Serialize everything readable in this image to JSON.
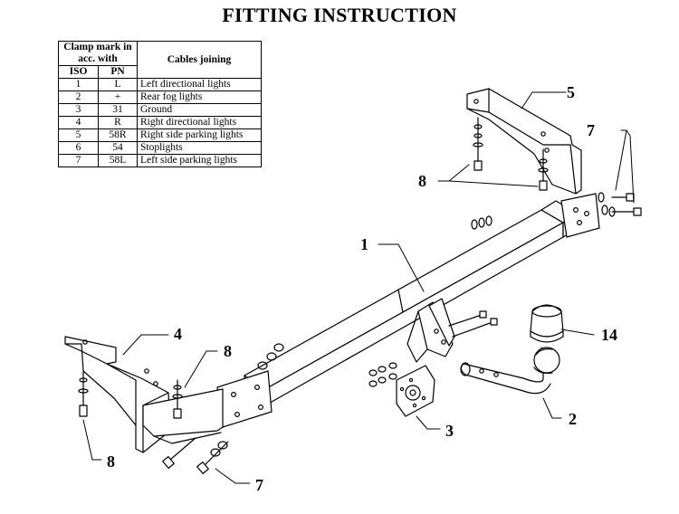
{
  "title": "FITTING INSTRUCTION",
  "table": {
    "header_clamp": "Clamp mark in acc. with",
    "header_cables": "Cables joining",
    "header_iso": "ISO",
    "header_pn": "PN",
    "rows": [
      {
        "iso": "1",
        "pn": "L",
        "desc": "Left directional lights"
      },
      {
        "iso": "2",
        "pn": "+",
        "desc": "Rear fog lights"
      },
      {
        "iso": "3",
        "pn": "31",
        "desc": "Ground"
      },
      {
        "iso": "4",
        "pn": "R",
        "desc": "Right directional lights"
      },
      {
        "iso": "5",
        "pn": "58R",
        "desc": "Right side parking lights"
      },
      {
        "iso": "6",
        "pn": "54",
        "desc": "Stoplights"
      },
      {
        "iso": "7",
        "pn": "58L",
        "desc": "Left side parking lights"
      }
    ]
  },
  "callouts": {
    "c1": "1",
    "c2": "2",
    "c3": "3",
    "c4": "4",
    "c5": "5",
    "c7_top": "7",
    "c7_bottom": "7",
    "c8_top": "8",
    "c8_mid": "8",
    "c8_left": "8",
    "c14": "14"
  }
}
